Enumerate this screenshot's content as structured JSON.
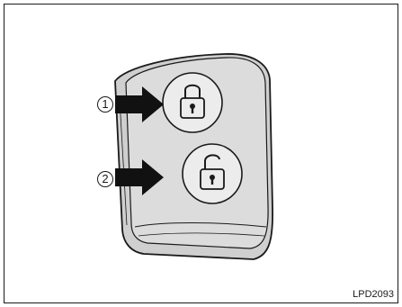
{
  "callouts": [
    {
      "label": "1",
      "target": "lock-button"
    },
    {
      "label": "2",
      "target": "unlock-button"
    }
  ],
  "buttons": [
    {
      "name": "lock-button",
      "icon": "lock-closed-icon"
    },
    {
      "name": "unlock-button",
      "icon": "lock-open-icon"
    }
  ],
  "figure_code": "LPD2093",
  "colors": {
    "outline": "#1a1a1a",
    "fob_fill": "#d9d9d9",
    "button_fill": "#ececec",
    "arrow": "#111111"
  }
}
